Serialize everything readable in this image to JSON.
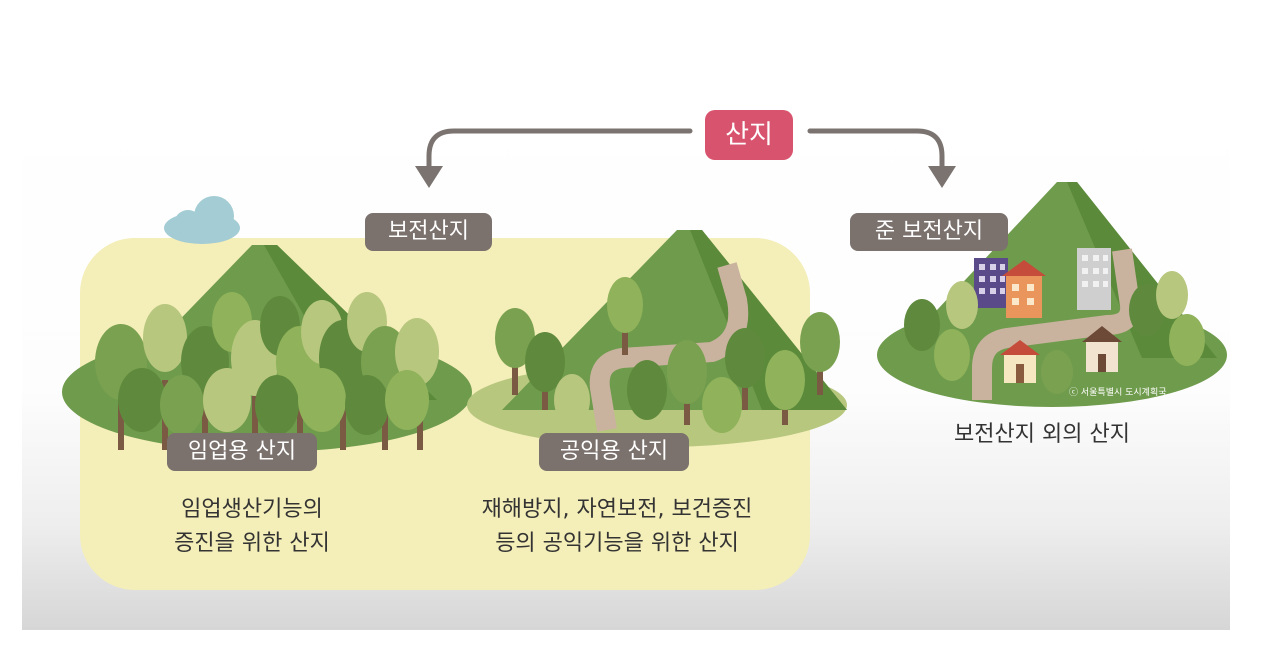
{
  "diagram": {
    "root_label": "산지",
    "left_branch_label": "보전산지",
    "right_branch_label": "준 보전산지",
    "forestry": {
      "tag": "임업용 산지",
      "description": [
        "임업생산기능의",
        "증진을 위한 산지"
      ]
    },
    "public": {
      "tag": "공익용 산지",
      "description": [
        "재해방지, 자연보전, 보건증진",
        "등의 공익기능을 위한 산지"
      ]
    },
    "semi": {
      "description": "보전산지 외의 산지",
      "copyright": "ⓒ 서울특별시 도시계획국"
    }
  },
  "colors": {
    "root_tag": "#d8536d",
    "branch_tag": "#7b716d",
    "arrow": "#7a7370",
    "panel": "#f4eeb8",
    "mountain": "#6f9b4c",
    "tree_light": "#b7c77e",
    "tree_dark": "#5f8a3d",
    "path": "#c9b39f"
  }
}
